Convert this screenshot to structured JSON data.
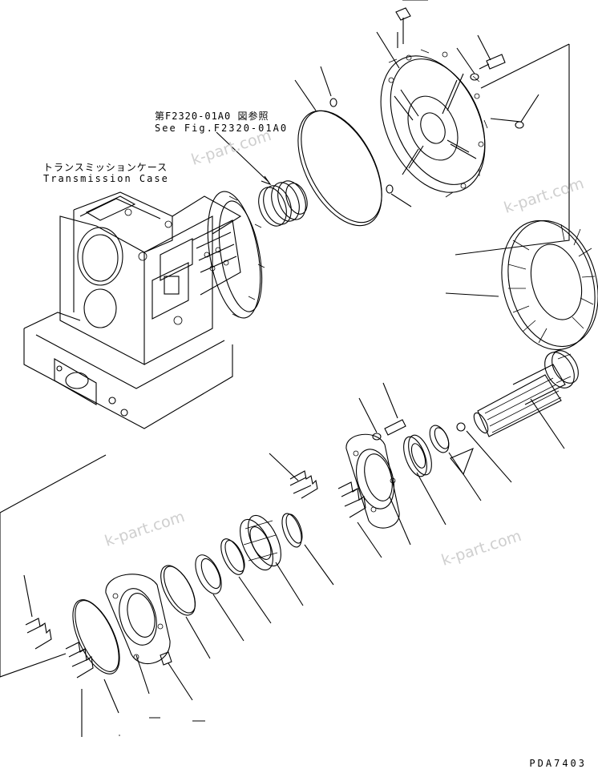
{
  "labels": {
    "ref_fig_ja": "第F2320-01A0 図参照",
    "ref_fig_en": "See Fig.F2320-01A0",
    "case_ja": "トランスミッションケース",
    "case_en": "Transmission Case"
  },
  "watermark": "k-part.com",
  "drawing_code": "PDA7403",
  "colors": {
    "line": "#000000",
    "watermark": "#cfcfcf",
    "background": "#ffffff"
  }
}
